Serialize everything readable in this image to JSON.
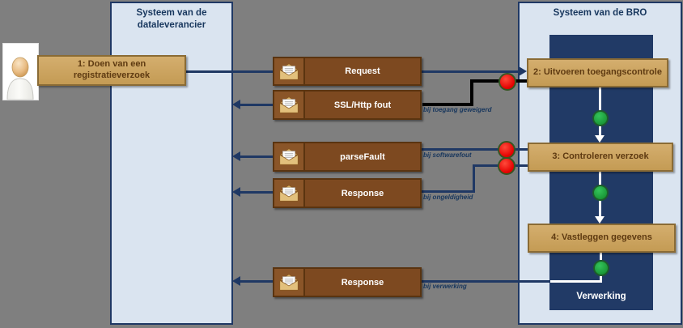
{
  "colors": {
    "background": "#7f7f7f",
    "panel_fill": "#dae4f0",
    "panel_border": "#1f3864",
    "lane_fill": "#213a66",
    "activity_fill": "#cda767",
    "activity_text": "#5e3a11",
    "message_fill": "#7d4920",
    "message_text": "#ffffff",
    "connector": "#1f3864",
    "error_connector": "#000000",
    "error_node": "#e30000",
    "state_node": "#199636"
  },
  "panels": {
    "left": {
      "title": "Systeem van de dataleverancier"
    },
    "right": {
      "title": "Systeem van de BRO",
      "lane_label": "Verwerking"
    }
  },
  "actor": {
    "icon": "person-icon"
  },
  "activities": [
    {
      "label": "1: Doen van een registratieverzoek"
    },
    {
      "label": "2: Uitvoeren toegangscontrole"
    },
    {
      "label": "3: Controleren verzoek"
    },
    {
      "label": "4: Vastleggen gegevens"
    }
  ],
  "messages": [
    {
      "label": "Request",
      "direction": "to-bro",
      "note": ""
    },
    {
      "label": "SSL/Http fout",
      "direction": "to-dataleverancier",
      "note": "bij toegang geweigerd"
    },
    {
      "label": "parseFault",
      "direction": "to-dataleverancier",
      "note": "bij softwarefout"
    },
    {
      "label": "Response",
      "direction": "to-dataleverancier",
      "note": "bij ongeldigheid"
    },
    {
      "label": "Response",
      "direction": "to-dataleverancier",
      "note": "bij verwerking"
    }
  ]
}
